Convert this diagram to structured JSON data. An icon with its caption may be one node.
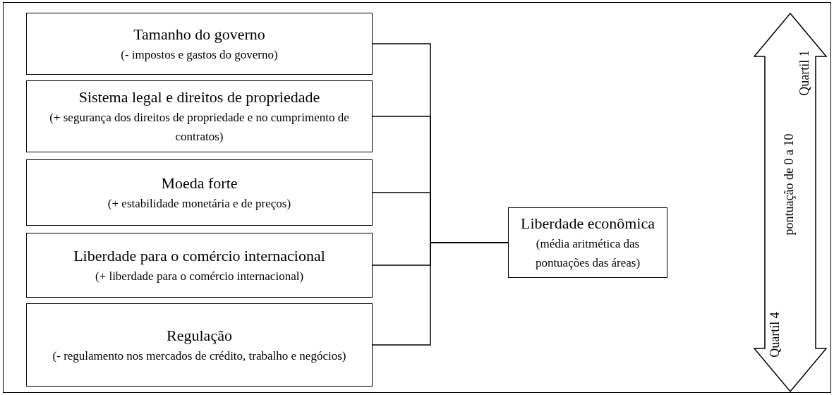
{
  "diagram": {
    "nodes": [
      {
        "text": [
          "Tamanho do governo",
          "(- impostos e gastos do governo)"
        ]
      },
      {
        "text": [
          "Sistema legal e direitos de propriedade",
          "(+ segurança dos direitos de propriedade e no cumprimento de contratos)"
        ]
      },
      {
        "text": [
          "Moeda forte",
          "(+ estabilidade monetária e de preços)"
        ]
      },
      {
        "text": [
          "Liberdade para o comércio internacional",
          "(+ liberdade para o comércio internacional)"
        ]
      },
      {
        "text": [
          "Regulação",
          "(- regulamento nos mercados de crédito, trabalho e negócios)"
        ]
      },
      {
        "text": [
          "Liberdade econômica",
          "(média aritmética das pontuações das áreas)"
        ]
      },
      {
        "text": [
          "Quartil 1",
          "pontuação de 0 a 10",
          "Quartil 4"
        ]
      }
    ],
    "edges": [
      {
        "from": 0,
        "to": 5,
        "arrow": "none"
      },
      {
        "from": 1,
        "to": 5,
        "arrow": "none"
      },
      {
        "from": 2,
        "to": 5,
        "arrow": "none"
      },
      {
        "from": 3,
        "to": 5,
        "arrow": "none"
      },
      {
        "from": 4,
        "to": 5,
        "arrow": "none"
      }
    ]
  }
}
